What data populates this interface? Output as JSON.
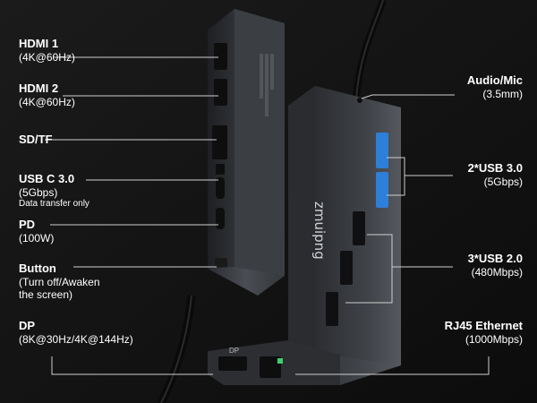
{
  "labels": {
    "hdmi1": {
      "title": "HDMI 1",
      "sub": "(4K@60Hz)"
    },
    "hdmi2": {
      "title": "HDMI 2",
      "sub": "(4K@60Hz)"
    },
    "sdtf": {
      "title": "SD/TF"
    },
    "usbc": {
      "title": "USB C 3.0",
      "sub": "(5Gbps)",
      "note": "Data transfer only"
    },
    "pd": {
      "title": "PD",
      "sub": "(100W)"
    },
    "button": {
      "title": "Button",
      "sub1": "(Turn off/Awaken",
      "sub2": "the screen)"
    },
    "dp": {
      "title": "DP",
      "sub": "(8K@30Hz/4K@144Hz)"
    },
    "audio": {
      "title": "Audio/Mic",
      "sub": "(3.5mm)"
    },
    "usb30": {
      "title": "2*USB 3.0",
      "sub": "(5Gbps)"
    },
    "usb20": {
      "title": "3*USB 2.0",
      "sub": "(480Mbps)"
    },
    "rj45": {
      "title": "RJ45 Ethernet",
      "sub": "(1000Mbps)"
    }
  },
  "device": {
    "brand": "zmuipng",
    "port_label_dp": "DP"
  },
  "colors": {
    "background": "#141414",
    "body": "#3a3d42",
    "usb30_accent": "#2d7fd8",
    "lan_led": "#3ad06a",
    "leader": "#cfcfcf"
  }
}
